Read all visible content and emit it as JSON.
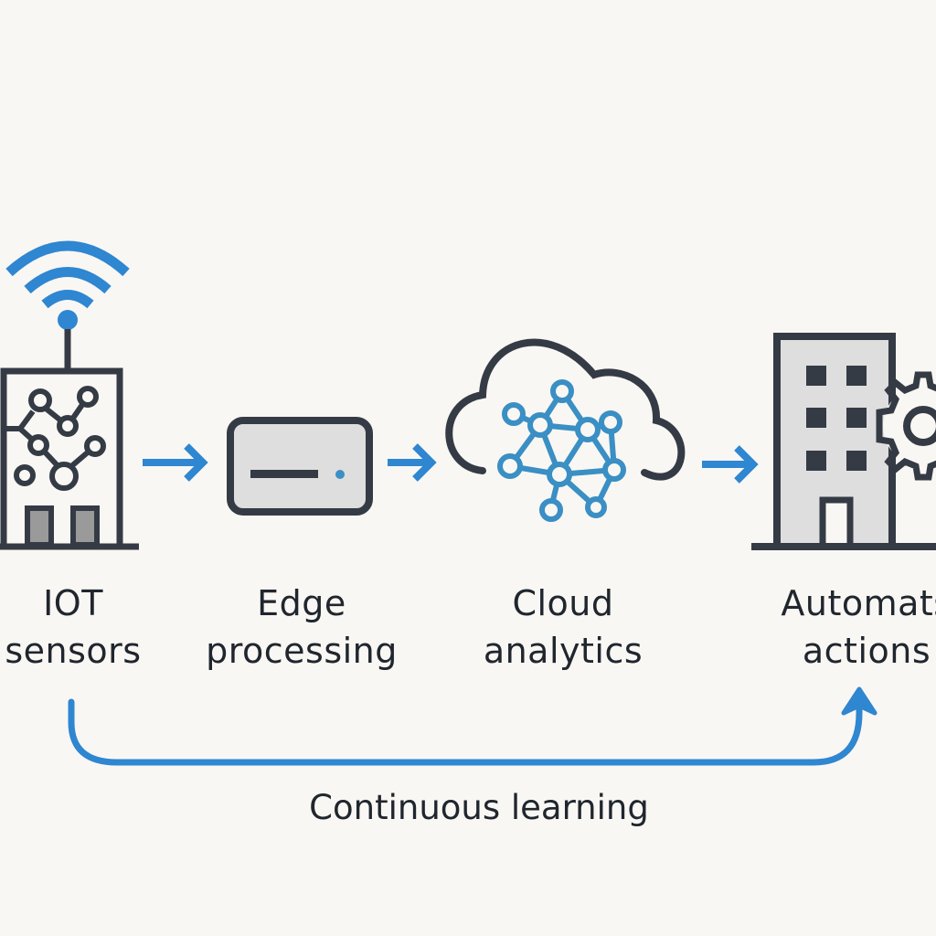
{
  "colors": {
    "background": "#f9f7f3",
    "line_dark": "#353b45",
    "accent_blue": "#2f86d1",
    "network_blue": "#3a8fc4",
    "fill_gray": "#dedede"
  },
  "stages": [
    {
      "icon": "iot-sensor-icon",
      "line1": "IOT",
      "line2": "sensors"
    },
    {
      "icon": "edge-device-icon",
      "line1": "Edge",
      "line2": "processing"
    },
    {
      "icon": "cloud-network-icon",
      "line1": "Cloud",
      "line2": "analytics"
    },
    {
      "icon": "building-gear-icon",
      "line1": "Automats",
      "line2": "actions"
    }
  ],
  "flow_arrows": [
    "arrow-right-icon",
    "arrow-right-icon",
    "arrow-right-icon"
  ],
  "feedback_loop": {
    "label": "Continuous learning",
    "icon": "loop-arrow-icon"
  }
}
